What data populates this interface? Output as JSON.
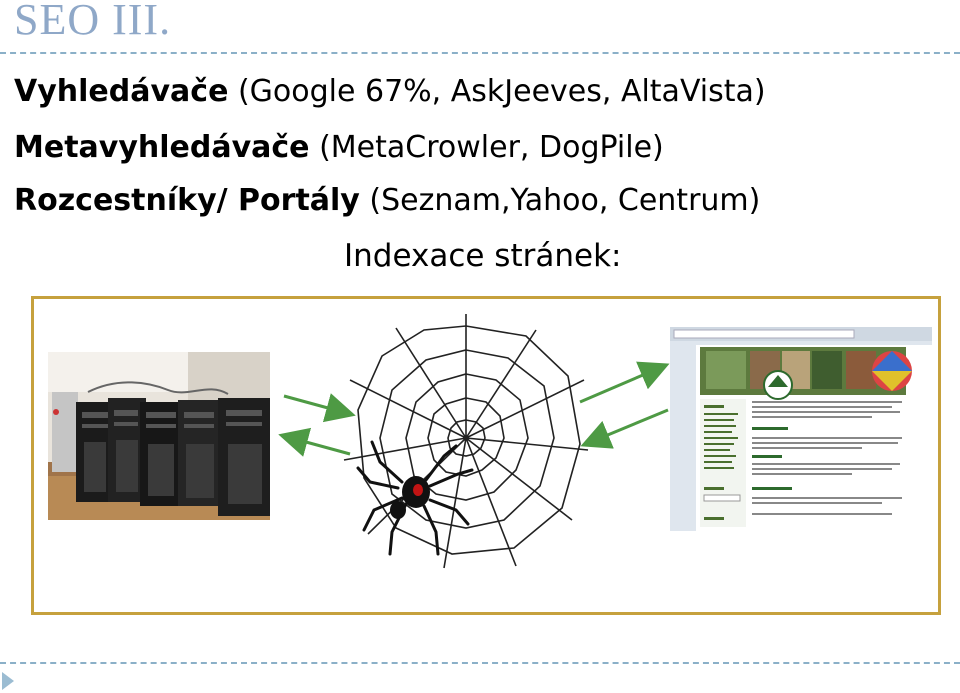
{
  "slide": {
    "title": "SEO III.",
    "lines": [
      {
        "bold": "Vyhledávače",
        "rest": " (Google 67%,  AskJeeves,  AltaVista)"
      },
      {
        "bold": "Metavyhledávače",
        "rest": " (MetaCrowler, DogPile)"
      },
      {
        "bold": "Rozcestníky/ Portály",
        "rest": " (Seznam,Yahoo, Centrum)"
      }
    ],
    "subheading": "Indexace stránek:"
  },
  "icons": {
    "arrow_color": "#4e9a44",
    "frame_color": "#c6a13d",
    "title_color": "#8fa8c8"
  }
}
